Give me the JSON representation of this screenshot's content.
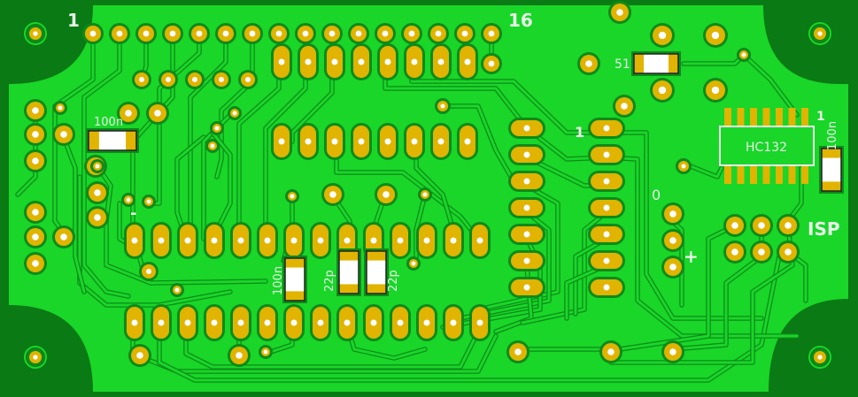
{
  "labels": {
    "pin_1": "1",
    "pin_16": "16",
    "r51": "51",
    "c100n_left": "100n",
    "c100n_vertical": "100n",
    "c100n_right": "100n",
    "c22p_a": "22p",
    "c22p_b": "22p",
    "hc132": "HC132",
    "hc132_pin1": "1",
    "socket_pin1": "1",
    "isp": "ISP",
    "zero": "0",
    "plus": "+",
    "minus": "-"
  },
  "colors": {
    "board": "#0a7a14",
    "copper": "#19d628",
    "trace_edge": "#0e8a1a",
    "pad": "#e0b400",
    "pad_hole": "#ffffff",
    "silk": "#e8f5e8",
    "smd_body": "#ffffff"
  }
}
